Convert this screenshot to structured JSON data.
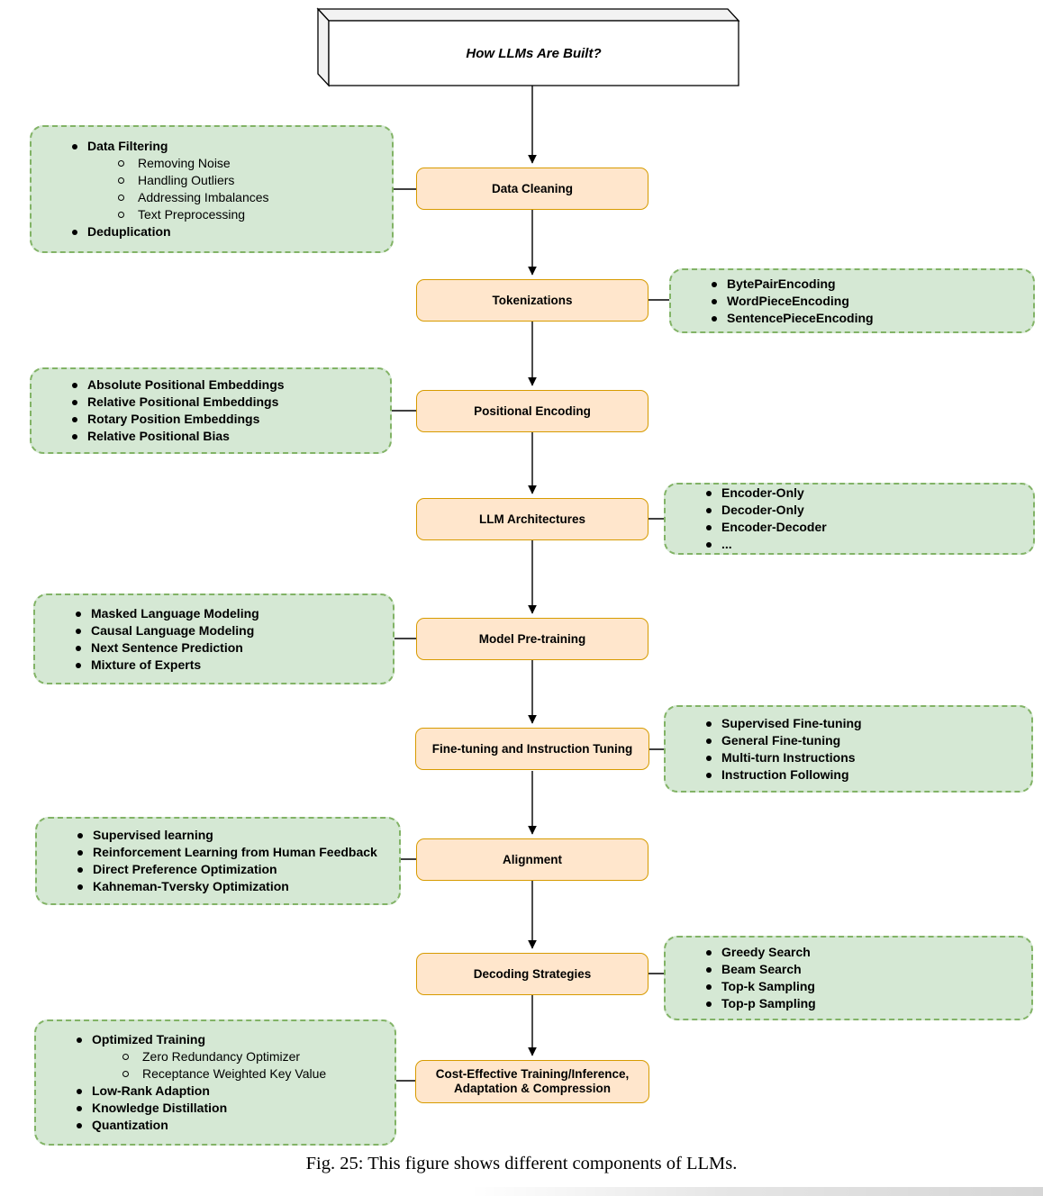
{
  "title": "How LLMs Are Built?",
  "caption": "Fig. 25: This figure shows different components of LLMs.",
  "colors": {
    "node_fill": "#ffe6cc",
    "node_border": "#d79b00",
    "annotation_fill": "#d5e8d4",
    "annotation_border": "#82b366",
    "line_color": "#000000",
    "title_fill": "#ffffff",
    "title_shade": "#f2f2f2"
  },
  "stages": [
    {
      "label": "Data Cleaning",
      "side": "left",
      "bullets": [
        {
          "text": "Data Filtering",
          "level": 1
        },
        {
          "text": "Removing Noise",
          "level": 2
        },
        {
          "text": "Handling Outliers",
          "level": 2
        },
        {
          "text": "Addressing Imbalances",
          "level": 2
        },
        {
          "text": "Text Preprocessing",
          "level": 2
        },
        {
          "text": "Deduplication",
          "level": 1
        }
      ]
    },
    {
      "label": "Tokenizations",
      "side": "right",
      "bullets": [
        {
          "text": "BytePairEncoding",
          "level": 1
        },
        {
          "text": "WordPieceEncoding",
          "level": 1
        },
        {
          "text": "SentencePieceEncoding",
          "level": 1
        }
      ]
    },
    {
      "label": "Positional Encoding",
      "side": "left",
      "bullets": [
        {
          "text": "Absolute Positional Embeddings",
          "level": 1
        },
        {
          "text": "Relative Positional Embeddings",
          "level": 1
        },
        {
          "text": "Rotary Position Embeddings",
          "level": 1
        },
        {
          "text": "Relative Positional Bias",
          "level": 1
        }
      ]
    },
    {
      "label": "LLM Architectures",
      "side": "right",
      "bullets": [
        {
          "text": "Encoder-Only",
          "level": 1
        },
        {
          "text": "Decoder-Only",
          "level": 1
        },
        {
          "text": "Encoder-Decoder",
          "level": 1
        },
        {
          "text": "...",
          "level": 1
        }
      ]
    },
    {
      "label": "Model Pre-training",
      "side": "left",
      "bullets": [
        {
          "text": "Masked Language Modeling",
          "level": 1
        },
        {
          "text": "Causal Language Modeling",
          "level": 1
        },
        {
          "text": "Next Sentence Prediction",
          "level": 1
        },
        {
          "text": "Mixture of Experts",
          "level": 1
        }
      ]
    },
    {
      "label": "Fine-tuning and Instruction Tuning",
      "side": "right",
      "bullets": [
        {
          "text": "Supervised Fine-tuning",
          "level": 1
        },
        {
          "text": "General Fine-tuning",
          "level": 1
        },
        {
          "text": "Multi-turn Instructions",
          "level": 1
        },
        {
          "text": "Instruction Following",
          "level": 1
        }
      ]
    },
    {
      "label": "Alignment",
      "side": "left",
      "bullets": [
        {
          "text": "Supervised learning",
          "level": 1
        },
        {
          "text": "Reinforcement Learning from Human Feedback",
          "level": 1
        },
        {
          "text": "Direct Preference Optimization",
          "level": 1
        },
        {
          "text": "Kahneman-Tversky Optimization",
          "level": 1
        }
      ]
    },
    {
      "label": "Decoding Strategies",
      "side": "right",
      "bullets": [
        {
          "text": "Greedy Search",
          "level": 1
        },
        {
          "text": "Beam Search",
          "level": 1
        },
        {
          "text": "Top-k Sampling",
          "level": 1
        },
        {
          "text": "Top-p Sampling",
          "level": 1
        }
      ]
    },
    {
      "label": "Cost-Effective Training/Inference, Adaptation & Compression",
      "side": "left",
      "bullets": [
        {
          "text": "Optimized Training",
          "level": 1
        },
        {
          "text": "Zero Redundancy Optimizer",
          "level": 2
        },
        {
          "text": "Receptance Weighted Key Value",
          "level": 2
        },
        {
          "text": "Low-Rank Adaption",
          "level": 1
        },
        {
          "text": "Knowledge Distillation",
          "level": 1
        },
        {
          "text": "Quantization",
          "level": 1
        }
      ]
    }
  ]
}
